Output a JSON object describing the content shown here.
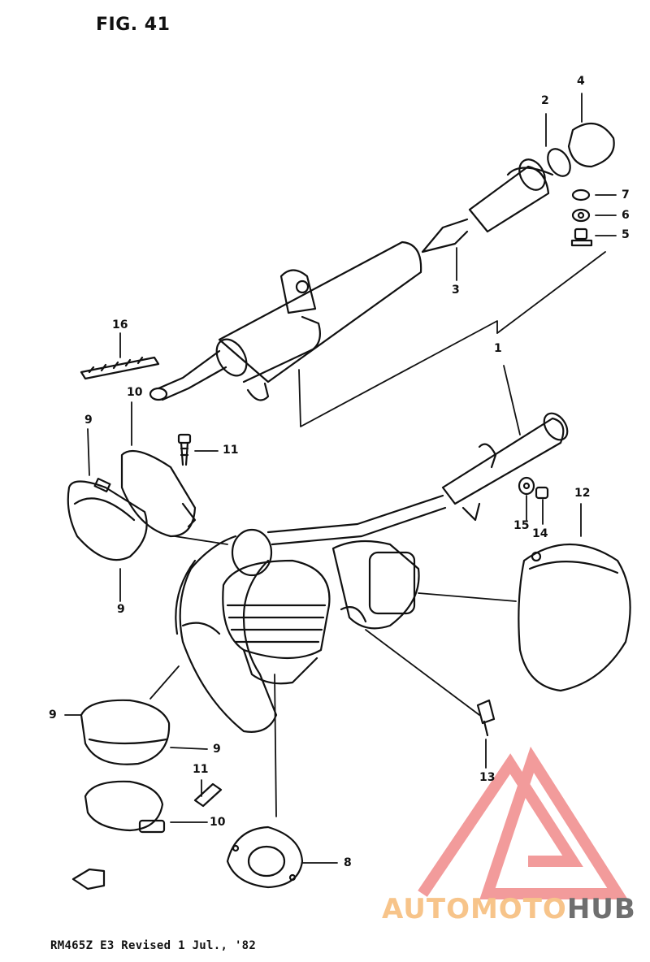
{
  "header": {
    "title": "FIG. 41"
  },
  "footer": {
    "text": "RM465Z E3  Revised 1 Jul., '82"
  },
  "callouts": [
    "1",
    "2",
    "3",
    "4",
    "5",
    "6",
    "7",
    "8",
    "9",
    "9",
    "9",
    "9",
    "10",
    "10",
    "11",
    "11",
    "12",
    "13",
    "14",
    "15",
    "16"
  ],
  "watermark": {
    "part1": "AUTOMOTO",
    "part2": "HUB",
    "color_primary": "#f7c48a",
    "color_secondary": "#6f6f6f",
    "triangle_color": "#f08a8a"
  }
}
